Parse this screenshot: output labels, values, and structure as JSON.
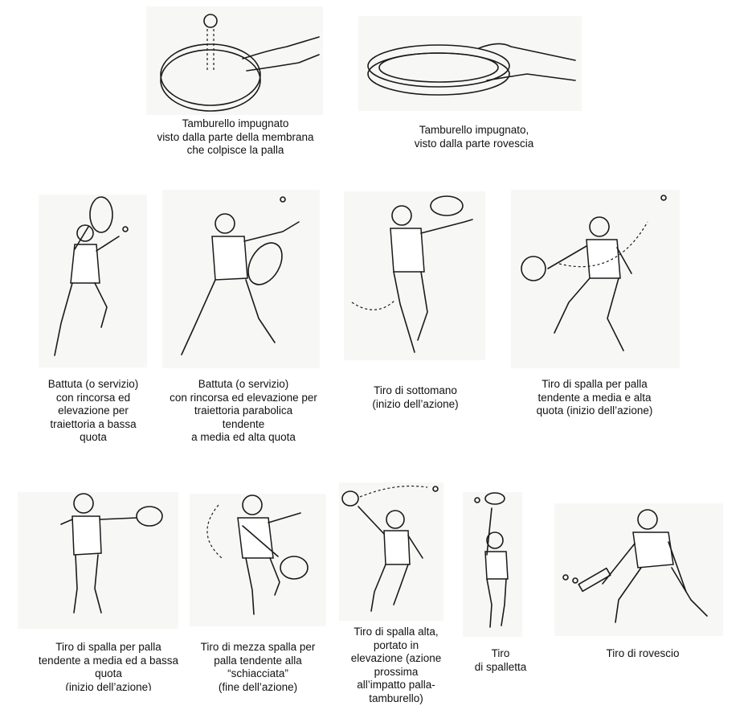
{
  "figures": [
    {
      "id": "fig-1",
      "caption": "Tamburello  impugnato\nvisto dalla parte della membrana\nche colpisce la palla"
    },
    {
      "id": "fig-2",
      "caption": "Tamburello  impugnato,\nvisto dalla parte rovescia"
    },
    {
      "id": "fig-3",
      "caption": "Battuta (o servizio)\ncon rincorsa ed\nelevazione  per\ntraiettoria  a bassa\nquota"
    },
    {
      "id": "fig-4",
      "caption": "Battuta (o servizio)\ncon rincorsa ed elevazione  per\ntraiettoria  parabolica\ntendente\na media ed alta quota"
    },
    {
      "id": "fig-5",
      "caption": "Tiro di sottomano\n(inizio dell’azione)"
    },
    {
      "id": "fig-6",
      "caption": "Tiro di spalla per palla\ntendente  a media e alta\nquota (inizio dell’azione)"
    },
    {
      "id": "fig-7",
      "caption": "Tiro di spalla per palla\ntendente  a media ed a bassa\nquota\n(inizio dell’azione)"
    },
    {
      "id": "fig-8",
      "caption": "Tiro di mezza spalla per\npalla tendente alla\n“schiacciata”\n(fine dell’azione)"
    },
    {
      "id": "fig-9",
      "caption": "Tiro di spalla alta,\nportato in\nelevazione  (azione\nprossima\nall’impatto  palla-\ntamburello)"
    },
    {
      "id": "fig-10",
      "caption": "Tiro\ndi spalletta"
    },
    {
      "id": "fig-11",
      "caption": "Tiro di rovescio"
    }
  ]
}
